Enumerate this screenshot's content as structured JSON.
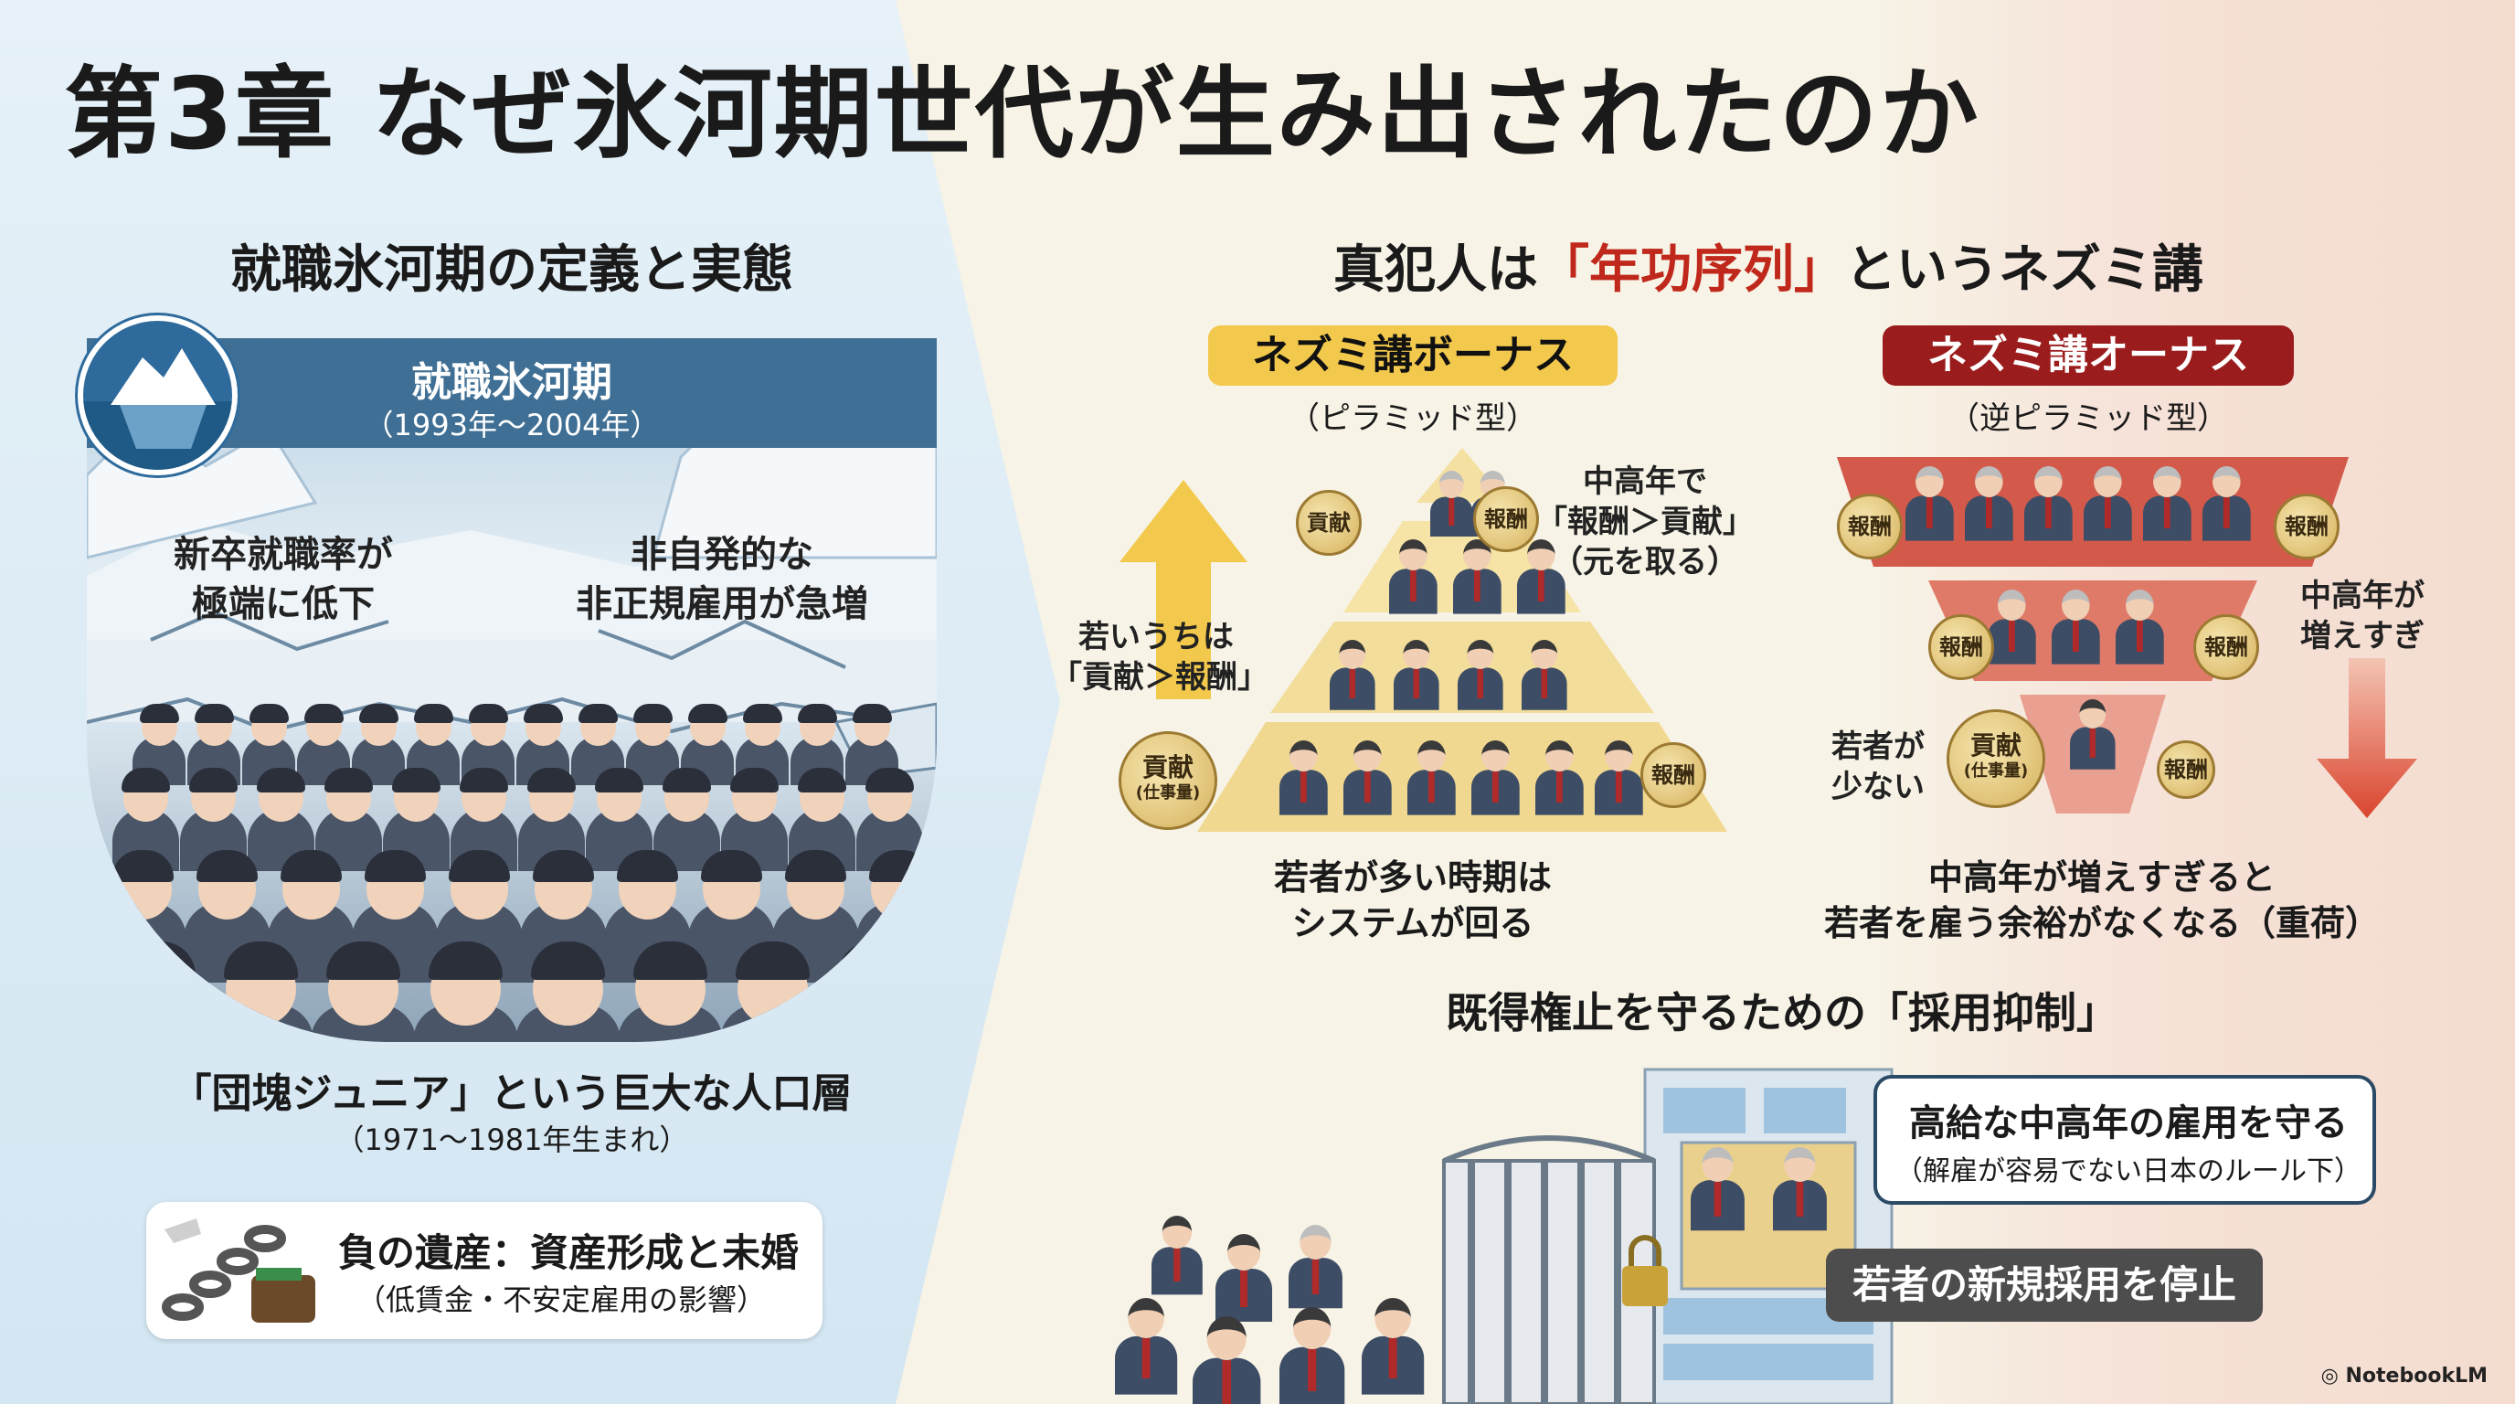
{
  "title": "第3章 なぜ氷河期世代が生み出されたのか",
  "left": {
    "heading": "就職氷河期の定義と実態",
    "banner_title": "就職氷河期",
    "banner_period": "（1993年〜2004年）",
    "point1": [
      "新卒就職率が",
      "極端に低下"
    ],
    "point2": [
      "非自発的な",
      "非正規雇用が急増"
    ],
    "cohort_title": "「団塊ジュニア」という巨大な人口層",
    "cohort_sub": "（1971〜1981年生まれ）",
    "legacy_title": "負の遺産：資産形成と未婚",
    "legacy_sub": "（低賃金・不安定雇用の影響）"
  },
  "right": {
    "heading_pre": "真犯人は",
    "heading_key": "「年功序列」",
    "heading_post": "というネズミ講",
    "pyramid": {
      "label": "ネズミ講ボーナス",
      "sub": "（ピラミッド型）",
      "color": "#f2c94c",
      "top_note": [
        "中高年で",
        "「報酬＞貢献」",
        "（元を取る）"
      ],
      "side_note": [
        "若いうちは",
        "「貢献＞報酬」"
      ],
      "coin_contribution_small": "貢献",
      "coin_reward": "報酬",
      "coin_contribution": "貢献",
      "coin_contribution_sub": "(仕事量)",
      "caption": [
        "若者が多い時期は",
        "システムが回る"
      ]
    },
    "inverted": {
      "label": "ネズミ講オーナス",
      "sub": "（逆ピラミッド型）",
      "color": "#9b1c1c",
      "side_note": [
        "中高年が",
        "増えすぎ"
      ],
      "young_note": [
        "若者が",
        "少ない"
      ],
      "coin_reward": "報酬",
      "coin_contribution": "貢献",
      "coin_contribution_sub": "(仕事量)",
      "caption": [
        "中高年が増えすぎると",
        "若者を雇う余裕がなくなる（重荷）"
      ]
    },
    "hiring": {
      "heading": "既得権止を守るための「採用抑制」",
      "callout_title": "高給な中高年の雇用を守る",
      "callout_sub": "（解雇が容易でない日本のルール下）",
      "dark_callout": "若者の新規採用を停止"
    }
  },
  "brand": "NotebookLM"
}
